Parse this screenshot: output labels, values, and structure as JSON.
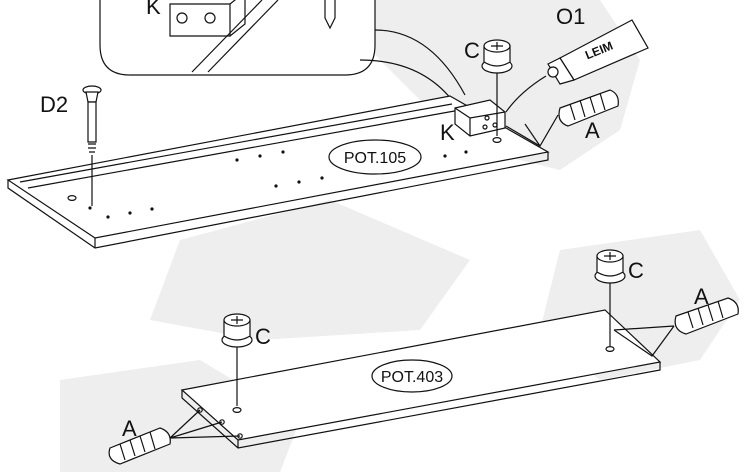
{
  "watermark": {
    "color": "#eeeeee"
  },
  "labels": {
    "o1": "O1",
    "leim": "LEIM",
    "k_inset": "K",
    "k_top": "K",
    "c_top": "C",
    "d2": "D2",
    "a_top": "A",
    "pot_top": "POT.105",
    "c_bottom_right": "C",
    "a_bottom_right": "A",
    "c_bottom_left": "C",
    "pot_bottom": "POT.403",
    "a_bottom_left": "A"
  }
}
